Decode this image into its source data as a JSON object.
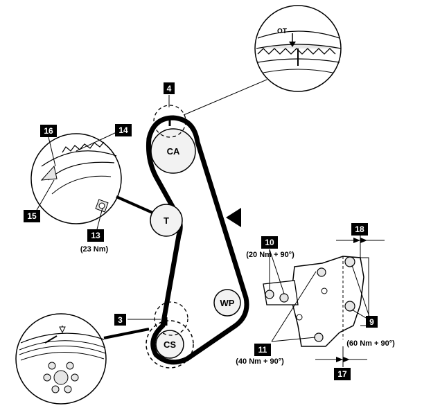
{
  "pulleys": {
    "camshaft": "CA",
    "tensioner": "T",
    "water_pump": "WP",
    "crankshaft": "CS"
  },
  "marks": {
    "top_dead_center": "OT"
  },
  "callouts": {
    "c3": "3",
    "c4": "4",
    "c9": "9",
    "c10": "10",
    "c11": "11",
    "c13": "13",
    "c14": "14",
    "c15": "15",
    "c16": "16",
    "c17": "17",
    "c18": "18"
  },
  "torques": {
    "t13": "(23 Nm)",
    "t10": "(20 Nm + 90°)",
    "t9": "(60 Nm + 90°)",
    "t11": "(40 Nm + 90°)"
  },
  "colors": {
    "ink": "#000000",
    "paper": "#ffffff",
    "pulley_fill": "#f2f2f2",
    "detail_fill": "#e6e6e6"
  },
  "icons": {
    "rotation_direction": "triangle-arrow-icon"
  }
}
